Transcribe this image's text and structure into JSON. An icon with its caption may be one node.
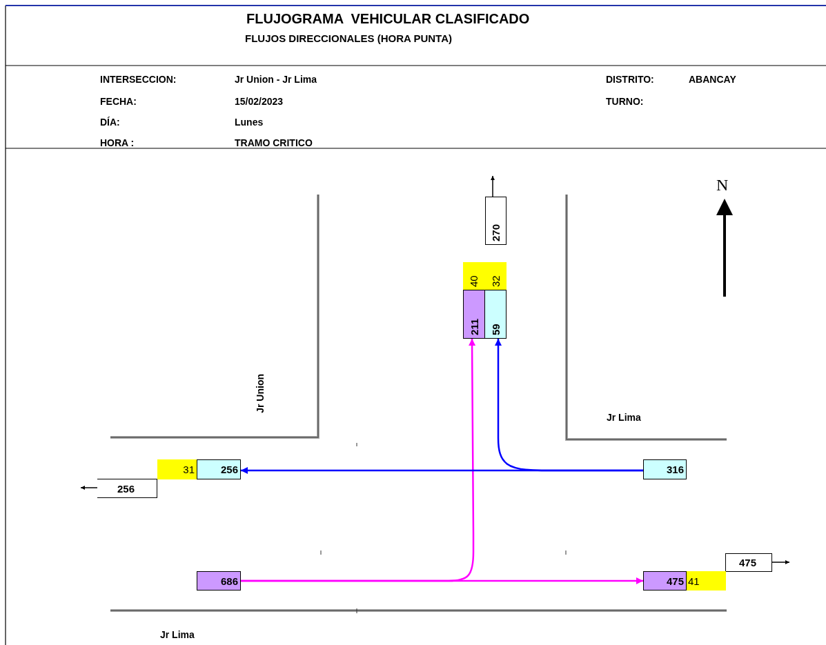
{
  "diagram": {
    "title": "FLUJOGRAMA  VEHICULAR CLASIFICADO",
    "nodes": [
      {
        "text": [
          "270"
        ]
      },
      {
        "text": [
          "40"
        ]
      },
      {
        "text": [
          "32"
        ]
      },
      {
        "text": [
          "211"
        ]
      },
      {
        "text": [
          "59"
        ]
      },
      {
        "text": [
          "31"
        ]
      },
      {
        "text": [
          "256"
        ]
      },
      {
        "text": [
          "256"
        ]
      },
      {
        "text": [
          "316"
        ]
      },
      {
        "text": [
          "475"
        ]
      },
      {
        "text": [
          "686"
        ]
      },
      {
        "text": [
          "475"
        ]
      },
      {
        "text": [
          "41"
        ]
      }
    ],
    "edges": [
      {
        "from": 10,
        "to": 11,
        "arrow": "to",
        "color": "#ff00ff"
      },
      {
        "from": 10,
        "to": 3,
        "arrow": "to",
        "color": "#ff00ff"
      },
      {
        "from": 8,
        "to": 6,
        "arrow": "to",
        "color": "#0000ff"
      },
      {
        "from": 8,
        "to": 4,
        "arrow": "to",
        "color": "#0000ff"
      },
      {
        "from": 0,
        "to": null,
        "arrow": "to"
      },
      {
        "from": 7,
        "to": null,
        "arrow": "to"
      },
      {
        "from": 9,
        "to": null,
        "arrow": "to"
      }
    ],
    "labels": [
      "FLUJOS DIRECCIONALES (HORA PUNTA)",
      "INTERSECCION:",
      "Jr Union - Jr Lima",
      "DISTRITO:",
      "ABANCAY",
      "FECHA:",
      "15/02/2023",
      "TURNO:",
      "DÍA:",
      "Lunes",
      "HORA :",
      "TRAMO CRITICO",
      "N",
      "Jr Union",
      "Jr Lima",
      "Jr Lima"
    ]
  }
}
